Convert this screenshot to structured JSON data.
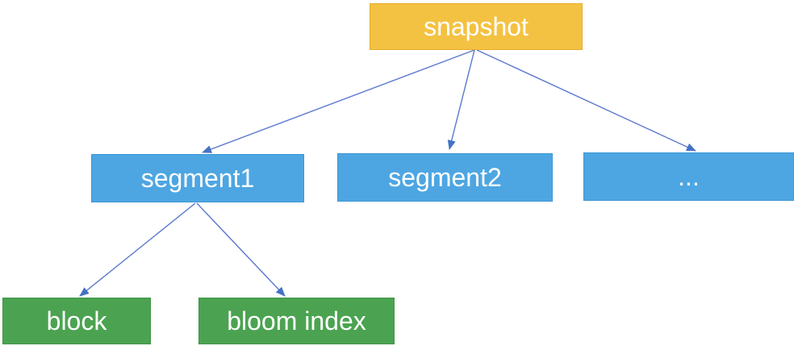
{
  "diagram": {
    "description": "snapshot storage layout tree",
    "nodes": [
      {
        "id": "snapshot",
        "label": "snapshot",
        "level": "root"
      },
      {
        "id": "segment1",
        "label": "segment1",
        "level": "segment"
      },
      {
        "id": "segment2",
        "label": "segment2",
        "level": "segment"
      },
      {
        "id": "segment-more",
        "label": "...",
        "level": "segment"
      },
      {
        "id": "block",
        "label": "block",
        "level": "leaf"
      },
      {
        "id": "bloom-index",
        "label": "bloom index",
        "level": "leaf"
      }
    ],
    "edges": [
      {
        "from": "snapshot",
        "to": "segment1"
      },
      {
        "from": "snapshot",
        "to": "segment2"
      },
      {
        "from": "snapshot",
        "to": "segment-more"
      },
      {
        "from": "segment1",
        "to": "block"
      },
      {
        "from": "segment1",
        "to": "bloom-index"
      }
    ],
    "colors": {
      "background": "#FFFFFF",
      "text": "#FFFFFF",
      "gold_fill": "#F4C242",
      "gold_border": "#E5AC2C",
      "segment_fill": "#4DA6E2",
      "segment_border": "#3D97D3",
      "leaf_fill": "#4BA351",
      "leaf_border": "#3F9446",
      "arrow_line": "#5B79CE",
      "arrow_head": "#4472C4"
    }
  }
}
